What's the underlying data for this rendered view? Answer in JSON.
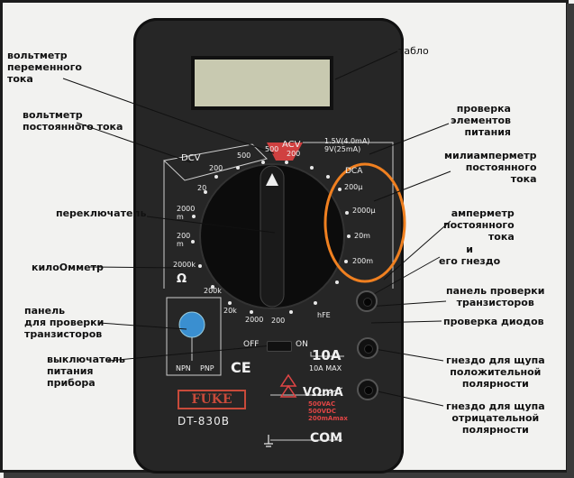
{
  "meter": {
    "brand": "FUKE",
    "model": "DT-830B",
    "ce_mark": "CE",
    "power_off": "OFF",
    "power_on": "ON",
    "dcv": "DCV",
    "acv": "ACV",
    "dca": "DCA",
    "omega": "Ω",
    "hfe": "hFE",
    "battery_test": "1.5V(4.0mA)\n9V(25mA)",
    "acv_ranges": [
      "500",
      "200"
    ],
    "dcv_ranges": [
      "500",
      "200",
      "20",
      "2000 m",
      "200 m"
    ],
    "dca_ranges": [
      "200μ",
      "2000μ",
      "20m",
      "200m"
    ],
    "ohm_ranges": [
      "2000k",
      "200k",
      "20k",
      "2000",
      "200"
    ],
    "port_10a": "10A",
    "port_10a_note": "10A MAX",
    "port_vma": "VΩmA",
    "port_vma_note": "500VAC\n500VDC\n200mAmax",
    "port_com": "COM",
    "npn": "NPN",
    "pnp": "PNP"
  },
  "labels": {
    "display": "табло",
    "ac_voltmeter": "вольтметр\nпеременного\nтока",
    "dc_voltmeter": "вольтметр\nпостоянного тока",
    "battery_check": "проверка\nэлементов\nпитания",
    "milliammeter": "милиамперметр\nпостоянного\nтока",
    "selector": "переключатель",
    "ammeter": "амперметр\nпостоянного\nтока",
    "ammeter_socket": "и\nего гнездо",
    "kiloohmmeter": "килоОмметр",
    "transistor_panel_right": "панель проверки\nтранзисторов",
    "transistor_panel_left": "панель\nдля проверки\nтранзисторов",
    "diode_check": "проверка диодов",
    "power_switch": "выключатель\nпитания\nприбора",
    "positive_jack": "гнездо для щупа\nположительной\nполярности",
    "negative_jack": "гнездо для щупа\nотрицательной\nполярности"
  }
}
